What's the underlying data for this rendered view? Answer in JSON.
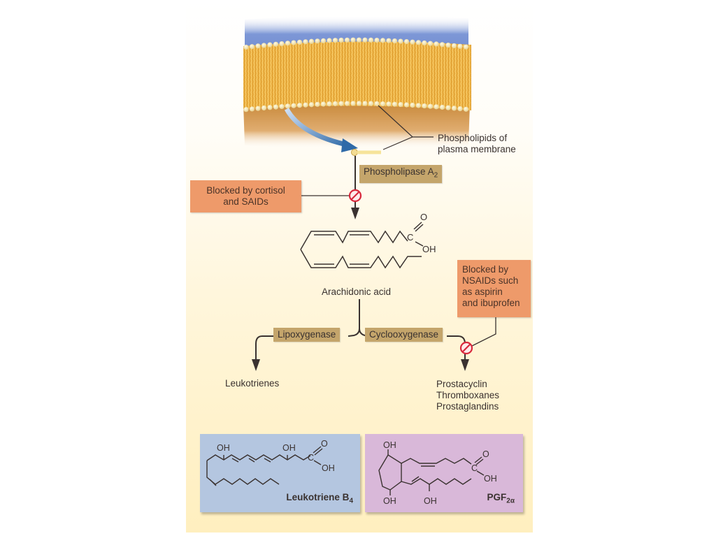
{
  "membrane": {
    "label_line1": "Phospholipids of",
    "label_line2": "plasma membrane"
  },
  "enzymes": {
    "phospholipase": "Phospholipase A",
    "phospholipase_sub": "2",
    "lipoxygenase": "Lipoxygenase",
    "cyclooxygenase": "Cyclooxygenase"
  },
  "blockers": {
    "cortisol_line1": "Blocked by cortisol",
    "cortisol_line2": "and SAIDs",
    "nsaid_line1": "Blocked by",
    "nsaid_line2": "NSAIDs such",
    "nsaid_line3": "as aspirin",
    "nsaid_line4": "and ibuprofen"
  },
  "arachidonic": {
    "name": "Arachidonic acid",
    "atom_o": "O",
    "atom_c": "C",
    "atom_oh": "OH"
  },
  "products": {
    "leukotrienes": "Leukotrienes",
    "prostacyclin": "Prostacyclin",
    "thromboxanes": "Thromboxanes",
    "prostaglandins": "Prostaglandins"
  },
  "ltb4": {
    "name": "Leukotriene B",
    "name_sub": "4",
    "oh1": "OH",
    "oh2": "OH",
    "o": "O",
    "c": "C",
    "oh3": "OH"
  },
  "pgf": {
    "name": "PGF",
    "name_sub": "2α",
    "oh_top": "OH",
    "oh_bottom_left": "OH",
    "oh_bottom_mid": "OH",
    "o": "O",
    "c": "C",
    "oh_acid": "OH"
  },
  "colors": {
    "enzyme_box": "#c4a56b",
    "blocker_box": "#ee9a6a",
    "block_symbol": "#d8283c",
    "ltb4_panel": "#b4c6e0",
    "pgf_panel": "#d9b8d9",
    "line": "#3a3230"
  }
}
